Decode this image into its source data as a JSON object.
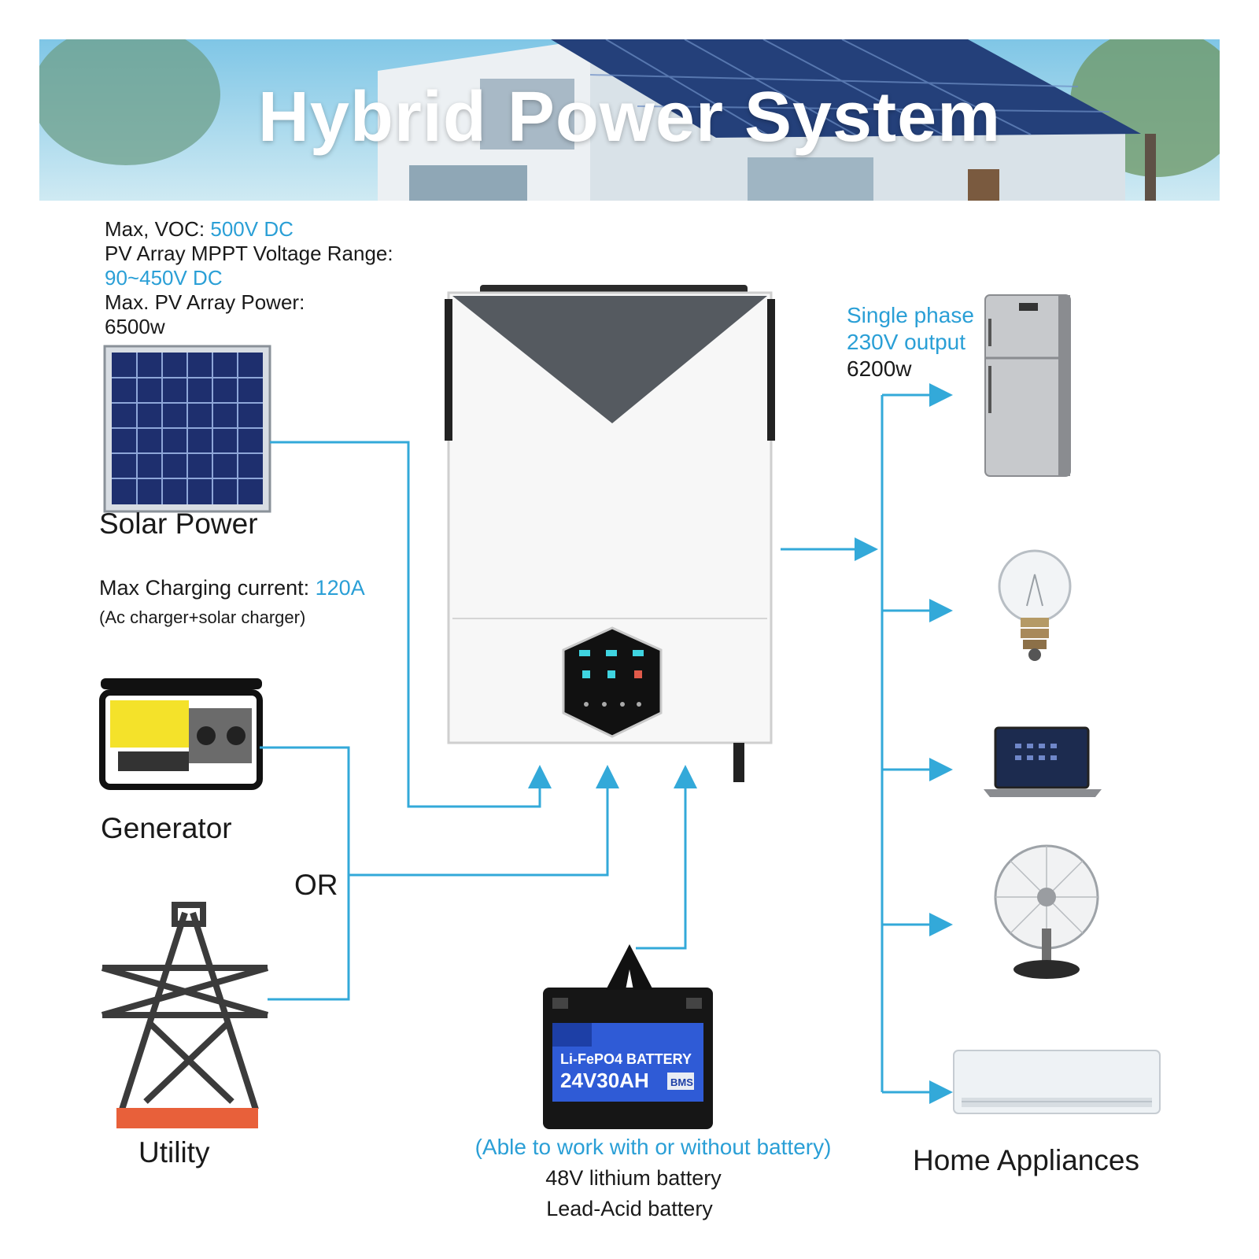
{
  "banner": {
    "title": "Hybrid Power System"
  },
  "solar_specs": {
    "voc_label": "Max, VOC:",
    "voc_value": "500V DC",
    "mppt_label": "PV Array MPPT Voltage Range:",
    "mppt_value": "90~450V DC",
    "pv_power_label": "Max. PV Array Power:",
    "pv_power_value": "6500w"
  },
  "sources": {
    "solar_label": "Solar Power",
    "charging_label": "Max Charging current:",
    "charging_value": "120A",
    "charging_note": "(Ac charger+solar charger)",
    "generator_label": "Generator",
    "or_label": "OR",
    "utility_label": "Utility"
  },
  "output": {
    "phase_line1": "Single phase",
    "phase_line2": "230V output",
    "power": "6200w",
    "appliances_label": "Home Appliances"
  },
  "battery": {
    "note": "(Able to work with or without battery)",
    "type1": "48V lithium battery",
    "type2": "Lead-Acid battery",
    "product_line1": "Li-FePO4 BATTERY",
    "product_line2": "24V30AH",
    "bms": "BMS"
  },
  "colors": {
    "accent": "#2a9fd6",
    "line": "#33a9d9"
  }
}
